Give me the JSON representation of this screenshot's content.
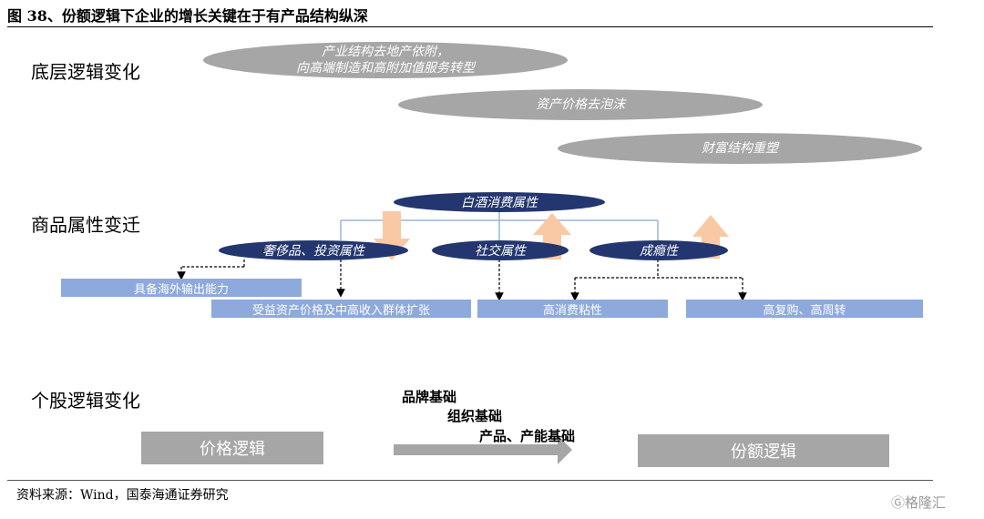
{
  "figure": {
    "title": "图 38、份额逻辑下企业的增长关键在于有产品结构纵深"
  },
  "sections": {
    "base_logic": "底层逻辑变化",
    "product_attr": "商品属性变迁",
    "stock_logic": "个股逻辑变化"
  },
  "base_logic_ovals": {
    "oval1_line1": "产业结构去地产依附，",
    "oval1_line2": "向高端制造和高附加值服务转型",
    "oval2": "资产价格去泡沫",
    "oval3": "财富结构重塑"
  },
  "attributes": {
    "top": "白酒消费属性",
    "left": "奢侈品、投资属性",
    "middle": "社交属性",
    "right": "成瘾性"
  },
  "outcomes": {
    "overseas": "具备海外输出能力",
    "asset_price": "受益资产价格及中高收入群体扩张",
    "high_consumption": "高消费粘性",
    "repurchase": "高复购、高周转"
  },
  "stock_logic": {
    "from": "价格逻辑",
    "to": "份额逻辑",
    "step1": "品牌基础",
    "step2": "组织基础",
    "step3": "产品、产能基础"
  },
  "source": "资料来源：Wind，国泰海通证券研究",
  "watermark": "格隆汇",
  "colors": {
    "dark_blue": "#24366f",
    "light_blue_box": "#8ea9dc",
    "gray": "#a6a6a6",
    "arrow_peach": "#f8c9a4",
    "connector_blue": "#9bb3dc"
  }
}
